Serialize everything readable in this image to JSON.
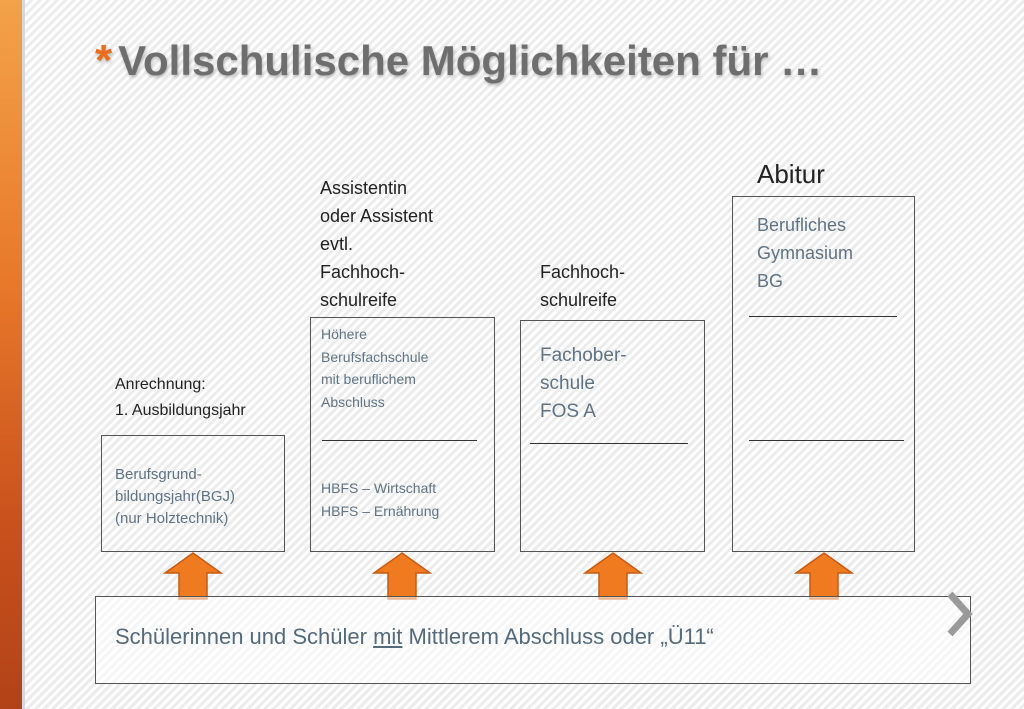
{
  "slide": {
    "title_star": "*",
    "title": "Vollschulische Möglichkeiten für …"
  },
  "columns": [
    {
      "heading_lines": [
        "Anrechnung:",
        "1. Ausbildungsjahr"
      ],
      "box_lines": [
        "Berufsgrund-",
        "bildungsjahr(BGJ)",
        "(nur Holztechnik)"
      ]
    },
    {
      "heading_lines": [
        "Assistentin",
        "oder Assistent",
        "evtl.",
        "Fachhoch-",
        "schulreife"
      ],
      "box_lines_top": [
        "Höhere",
        "Berufsfachschule",
        "mit beruflichem",
        "Abschluss"
      ],
      "box_lines_bottom": [
        "HBFS – Wirtschaft",
        "HBFS – Ernährung"
      ]
    },
    {
      "heading_lines": [
        "Fachhoch-",
        "schulreife"
      ],
      "box_lines": [
        "Fachober-",
        "schule",
        "FOS A"
      ]
    },
    {
      "heading": "Abitur",
      "box_lines": [
        "Berufliches",
        "Gymnasium",
        "BG"
      ]
    }
  ],
  "base": {
    "text_before": "Schülerinnen und Schüler ",
    "text_underlined": "mit",
    "text_after": " Mittlerem Abschluss oder „Ü11“"
  },
  "colors": {
    "accent_orange": "#f07a1f",
    "title_gray": "#6e6e6e",
    "inner_text": "#5f7384"
  },
  "icons": [
    "up-arrow-icon",
    "chevron-right-icon"
  ]
}
